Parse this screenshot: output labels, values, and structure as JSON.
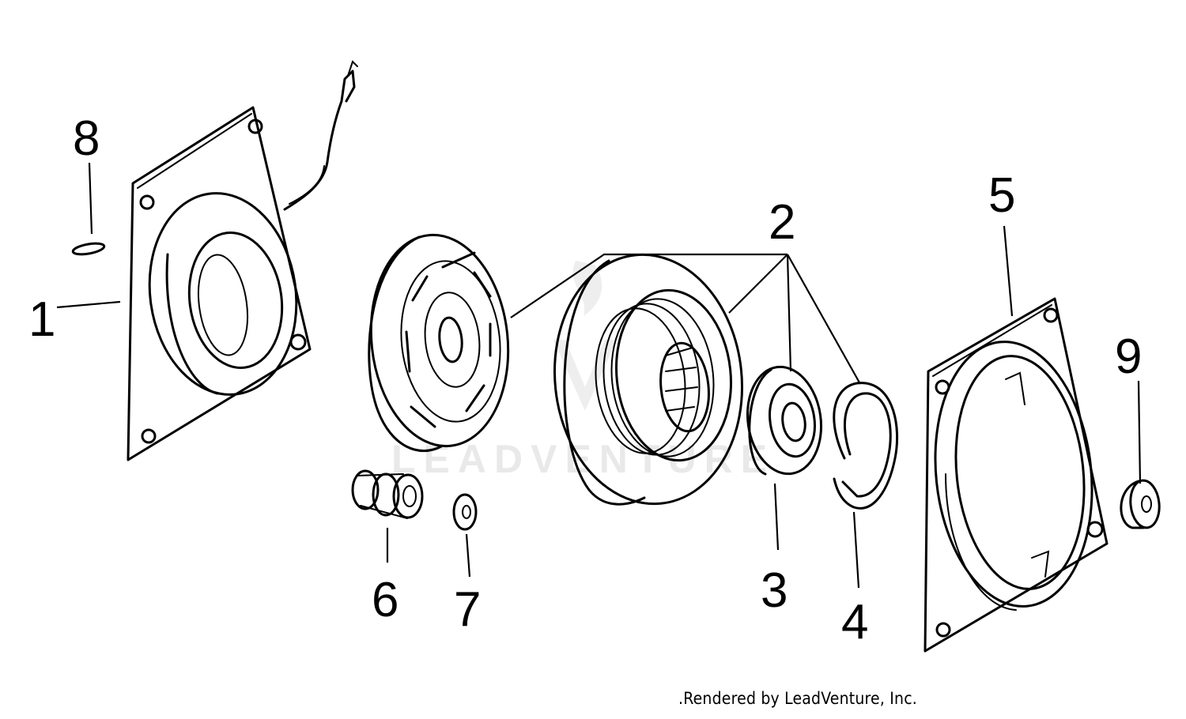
{
  "diagram": {
    "callouts": [
      "1",
      "2",
      "3",
      "4",
      "5",
      "6",
      "7",
      "8",
      "9"
    ],
    "watermark": "LEADVENTURE",
    "credit": ".Rendered by LeadVenture, Inc."
  }
}
